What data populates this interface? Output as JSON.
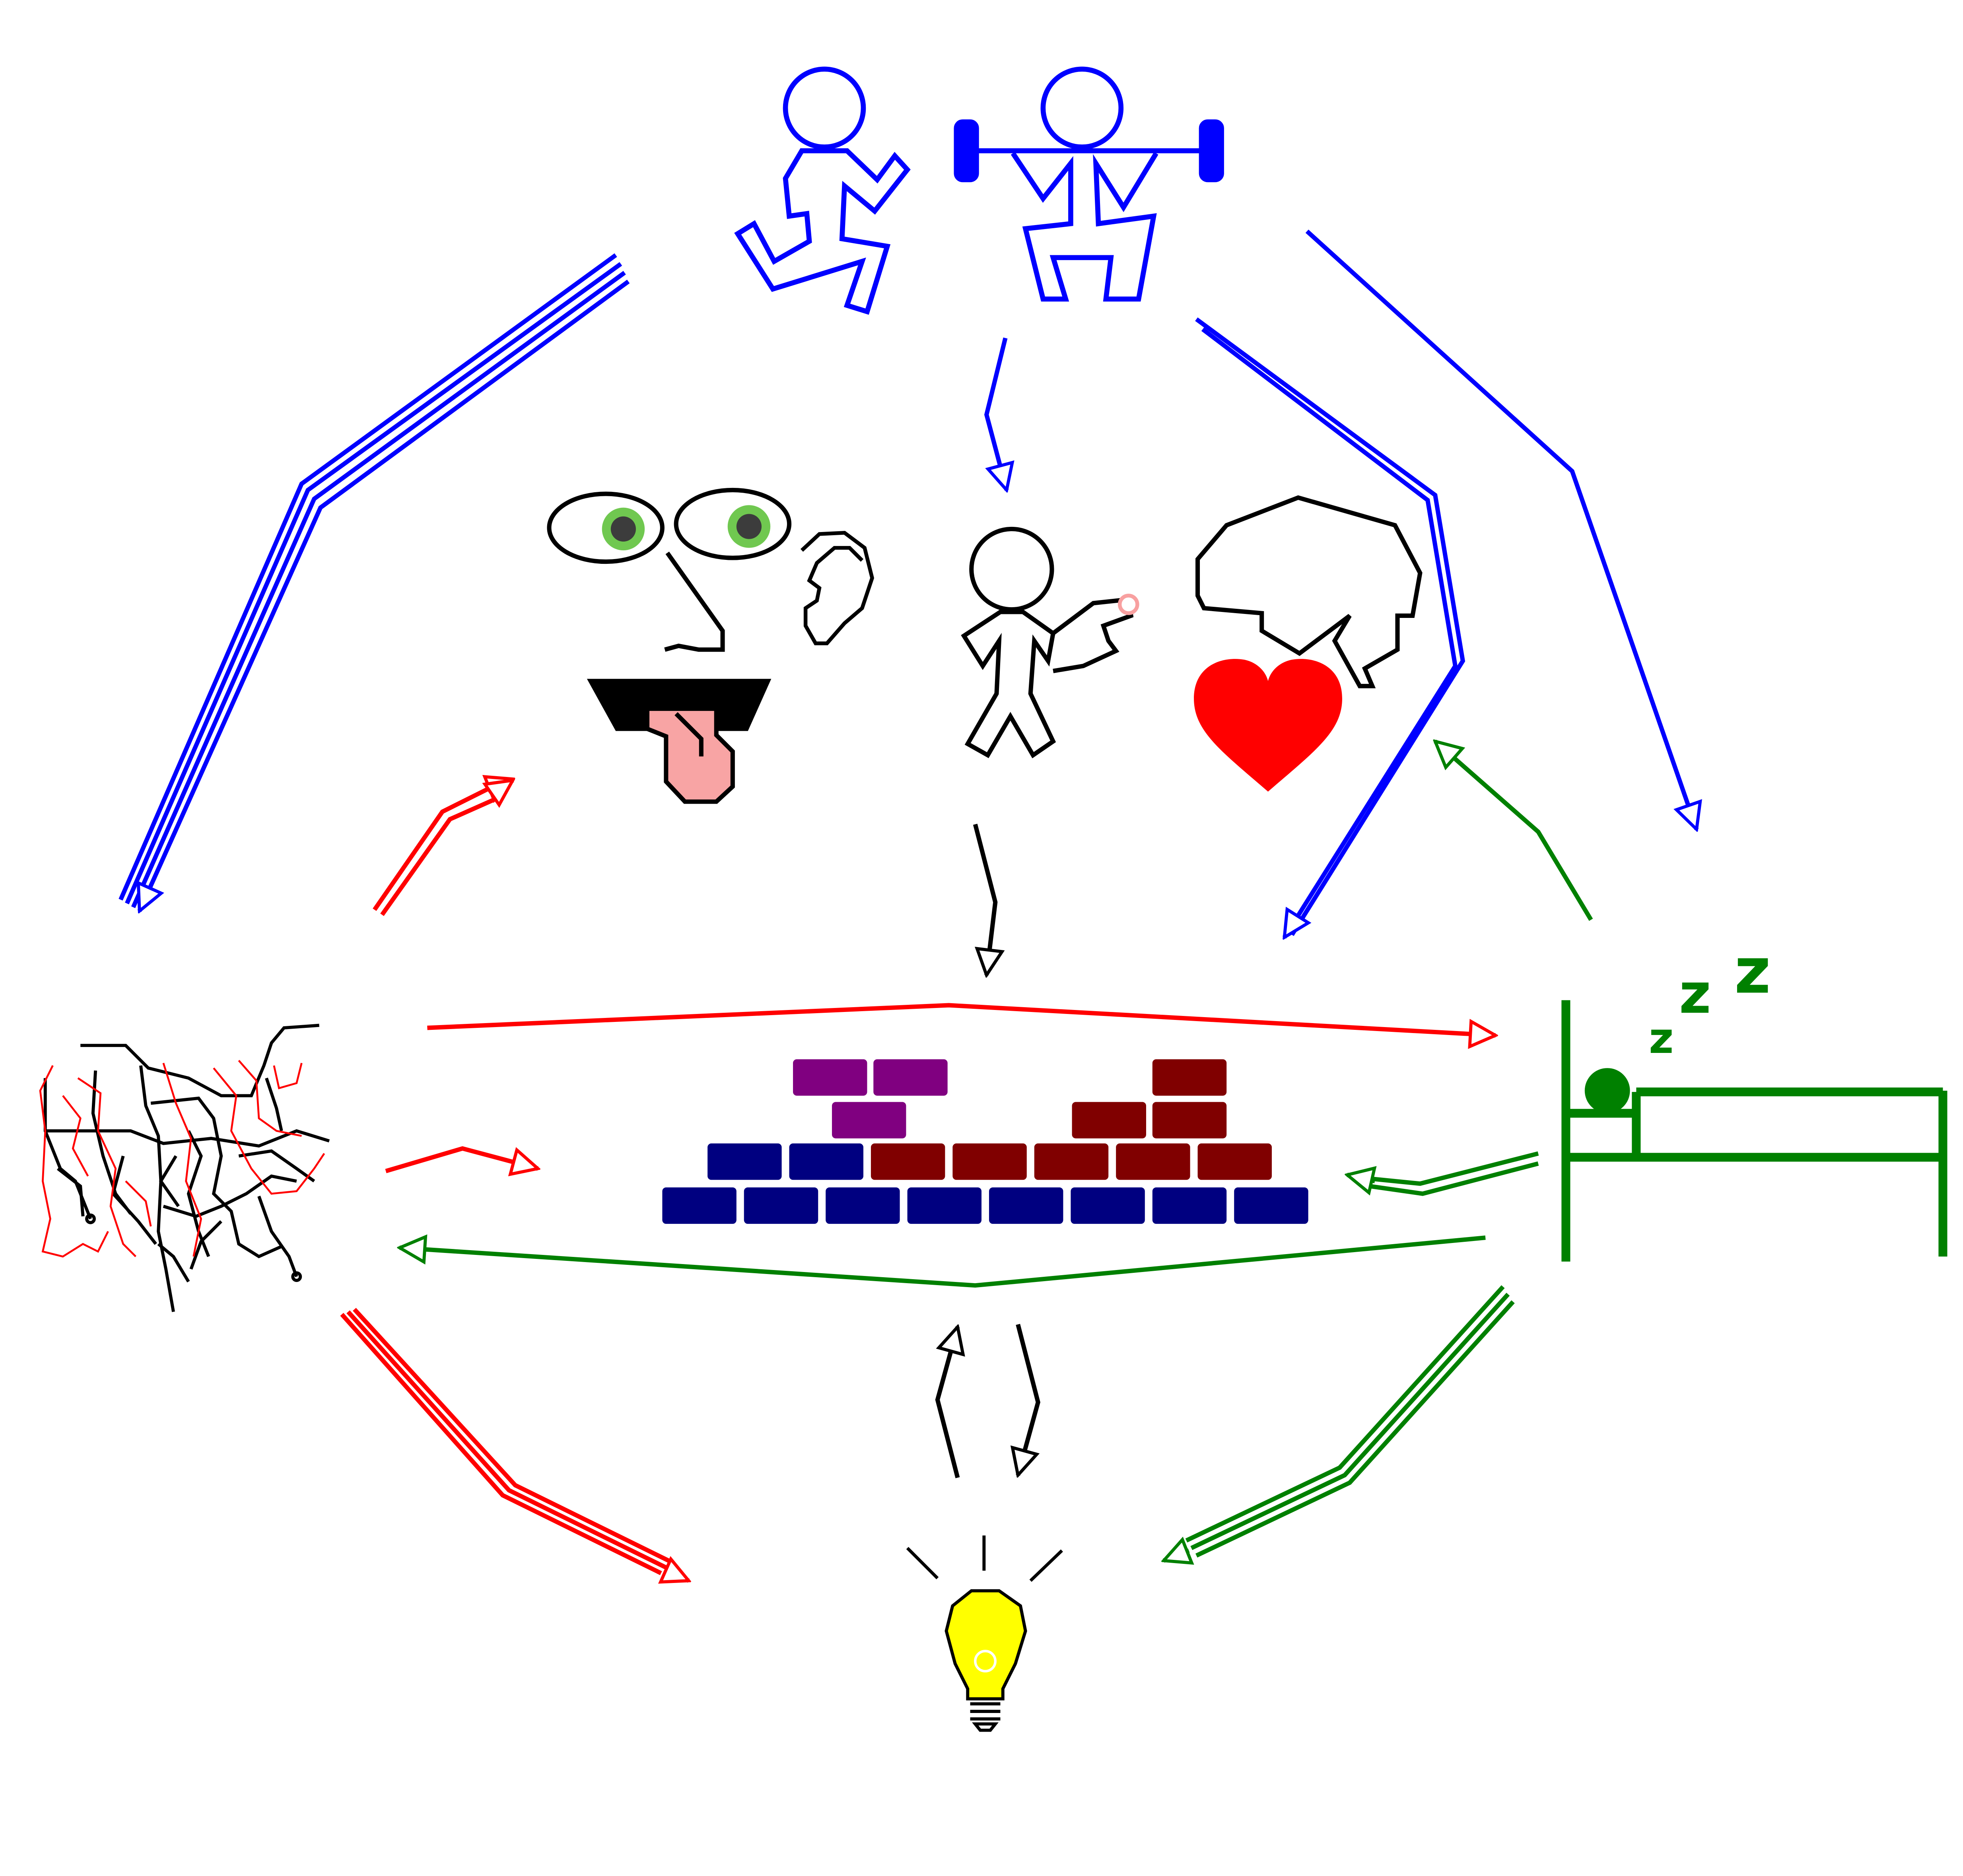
{
  "diagram": {
    "colors": {
      "exercise": "#0000ff",
      "learning": "#ff0000",
      "sleep": "#008000",
      "senses": "#000000",
      "brick_top": "#800080",
      "brick_mid": "#800000",
      "brick_base": "#000080",
      "iris": "#70c850",
      "tongue": "#f8a4a4",
      "heart": "#ff0000",
      "bulb": "#ffff00"
    },
    "nodes": [
      {
        "id": "exercise",
        "icon": "running-and-weightlifting-figures-icon"
      },
      {
        "id": "senses",
        "icon": "face-eyes-nose-tongue-ear-icon"
      },
      {
        "id": "touch",
        "icon": "person-pointing-finger-icon"
      },
      {
        "id": "emotion",
        "icon": "brain-and-heart-icon"
      },
      {
        "id": "neural-map",
        "icon": "neuron-network-map-icon"
      },
      {
        "id": "knowledge",
        "icon": "brick-wall-icon"
      },
      {
        "id": "sleep",
        "icon": "person-sleeping-in-bed-icon"
      },
      {
        "id": "insight",
        "icon": "light-bulb-icon"
      }
    ],
    "edges": [
      {
        "from": "exercise",
        "to": "neural-map",
        "color": "exercise",
        "strands": 4
      },
      {
        "from": "exercise",
        "to": "touch",
        "color": "exercise",
        "strands": 1
      },
      {
        "from": "exercise",
        "to": "knowledge",
        "color": "exercise",
        "strands": 2
      },
      {
        "from": "exercise",
        "to": "sleep",
        "color": "exercise",
        "strands": 1
      },
      {
        "from": "neural-map",
        "to": "senses",
        "color": "learning",
        "strands": 2
      },
      {
        "from": "neural-map",
        "to": "sleep",
        "color": "learning",
        "strands": 1
      },
      {
        "from": "neural-map",
        "to": "knowledge",
        "color": "learning",
        "strands": 1
      },
      {
        "from": "neural-map",
        "to": "insight",
        "color": "learning",
        "strands": 3
      },
      {
        "from": "touch",
        "to": "knowledge",
        "color": "senses",
        "strands": 1
      },
      {
        "from": "sleep",
        "to": "emotion",
        "color": "sleep",
        "strands": 1
      },
      {
        "from": "sleep",
        "to": "knowledge",
        "color": "sleep",
        "strands": 2
      },
      {
        "from": "sleep",
        "to": "neural-map",
        "color": "sleep",
        "strands": 1
      },
      {
        "from": "sleep",
        "to": "insight",
        "color": "sleep",
        "strands": 3
      },
      {
        "from": "insight",
        "to": "knowledge",
        "color": "senses",
        "strands": 1
      },
      {
        "from": "knowledge",
        "to": "insight",
        "color": "senses",
        "strands": 1
      }
    ],
    "sleep_glyph": "z"
  }
}
